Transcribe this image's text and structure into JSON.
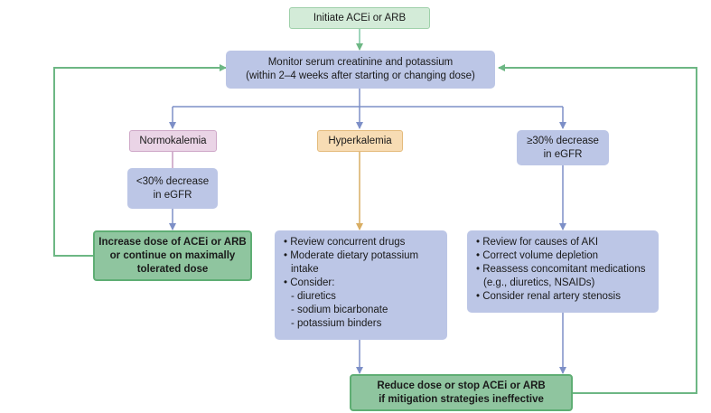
{
  "nodes": {
    "start": "Initiate ACEi or ARB",
    "monitor": [
      "Monitor serum creatinine and potassium",
      "(within 2–4 weeks after starting or changing dose)"
    ],
    "normokalemia": "Normokalemia",
    "hyperkalemia": "Hyperkalemia",
    "egfr_decrease_major": [
      "≥30% decrease",
      "in eGFR"
    ],
    "egfr_decrease_minor": [
      "<30% decrease",
      "in eGFR"
    ],
    "increase_dose": [
      "Increase dose of ACEi or ARB",
      "or continue on maximally",
      "tolerated dose"
    ],
    "hyperkalemia_actions": [
      "• Review concurrent drugs",
      "• Moderate dietary potassium",
      "   intake",
      "• Consider:",
      "  - diuretics",
      "  - sodium bicarbonate",
      "  - potassium binders"
    ],
    "aki_actions": [
      "• Review for causes of AKI",
      "• Correct volume depletion",
      "• Reassess concomitant medications",
      "   (e.g., diuretics, NSAIDs)",
      "• Consider renal artery stenosis"
    ],
    "reduce_dose": [
      "Reduce dose or stop ACEi or ARB",
      "if mitigation strategies ineffective"
    ]
  },
  "colors": {
    "blue_arrow": "#7d8fc7",
    "green_arrow": "#6db784",
    "orange_arrow": "#d9ae63",
    "pink_line": "#c79ac0"
  }
}
